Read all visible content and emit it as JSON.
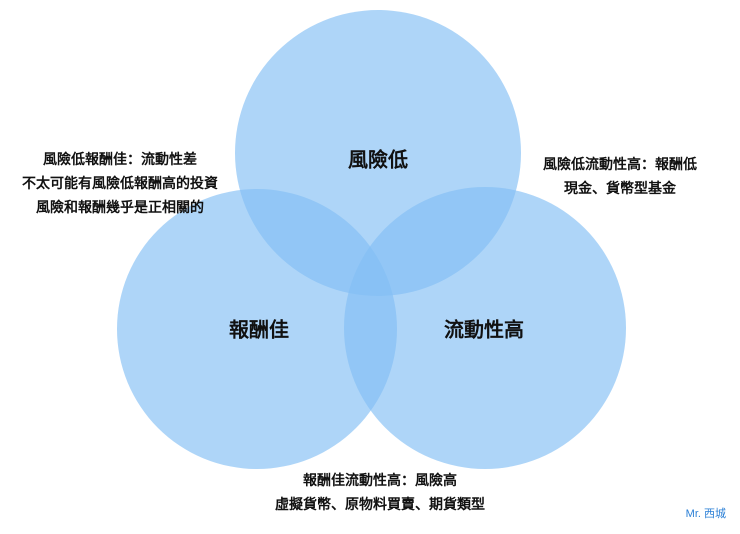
{
  "circles": {
    "risk_low": {
      "label": "風險低",
      "color": "#83bff5"
    },
    "return_good": {
      "label": "報酬佳",
      "color": "#83bff5"
    },
    "liquidity_high": {
      "label": "流動性高",
      "color": "#83bff5"
    }
  },
  "annotations": {
    "risk_low_return_good": {
      "lines": [
        "風險低報酬佳：流動性差",
        "不太可能有風險低報酬高的投資",
        "風險和報酬幾乎是正相關的"
      ]
    },
    "risk_low_liquidity_high": {
      "lines": [
        "風險低流動性高：報酬低",
        "現金、貨幣型基金"
      ]
    },
    "return_good_liquidity_high": {
      "lines": [
        "報酬佳流動性高：風險高",
        "虛擬貨幣、原物料買賣、期貨類型"
      ]
    }
  },
  "credit": "Mr. 西城"
}
